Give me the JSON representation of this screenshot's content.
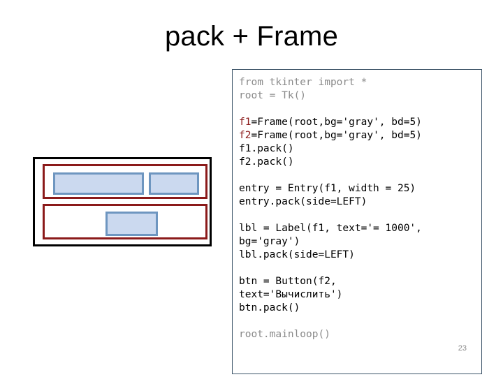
{
  "slide": {
    "title": "pack + Frame",
    "page_number": "23"
  },
  "colors": {
    "window_border": "#000000",
    "frame_border": "#8B1A1A",
    "widget_fill": "#CBD9EF",
    "widget_border": "#6E96C0",
    "code_border": "#3C5468",
    "code_comment_gray": "#8A8A8A",
    "code_keyword_red": "#8B1A1A",
    "background": "#FFFFFF"
  },
  "diagram": {
    "window_label": "root",
    "frames": [
      {
        "name": "f1",
        "widgets": [
          {
            "name": "entry",
            "kind": "Entry"
          },
          {
            "name": "lbl",
            "kind": "Label"
          }
        ]
      },
      {
        "name": "f2",
        "widgets": [
          {
            "name": "btn",
            "kind": "Button"
          }
        ]
      }
    ]
  },
  "code": {
    "lines": [
      {
        "segments": [
          {
            "text": "from tkinter import *",
            "style": "gray"
          }
        ]
      },
      {
        "segments": [
          {
            "text": "root = Tk()",
            "style": "gray"
          }
        ]
      },
      {
        "blank": true
      },
      {
        "segments": [
          {
            "text": "f1",
            "style": "red"
          },
          {
            "text": "=Frame(root,bg='gray', bd=5)",
            "style": "black"
          }
        ]
      },
      {
        "segments": [
          {
            "text": "f2",
            "style": "red"
          },
          {
            "text": "=Frame(root,bg='gray', bd=5)",
            "style": "black"
          }
        ]
      },
      {
        "segments": [
          {
            "text": "f1.pack()",
            "style": "black"
          }
        ]
      },
      {
        "segments": [
          {
            "text": "f2.pack()",
            "style": "black"
          }
        ]
      },
      {
        "blank": true
      },
      {
        "segments": [
          {
            "text": "entry = Entry(f1, width = 25)",
            "style": "black"
          }
        ]
      },
      {
        "segments": [
          {
            "text": "entry.pack(side=LEFT)",
            "style": "black"
          }
        ]
      },
      {
        "blank": true
      },
      {
        "segments": [
          {
            "text": "lbl = Label(f1, text='= 1000',",
            "style": "black"
          }
        ]
      },
      {
        "segments": [
          {
            "text": "bg='gray')",
            "style": "black"
          }
        ]
      },
      {
        "segments": [
          {
            "text": "lbl.pack(side=LEFT)",
            "style": "black"
          }
        ]
      },
      {
        "blank": true
      },
      {
        "segments": [
          {
            "text": "btn = Button(f2,",
            "style": "black"
          }
        ]
      },
      {
        "segments": [
          {
            "text": "text='Вычислить')",
            "style": "black"
          }
        ]
      },
      {
        "segments": [
          {
            "text": "btn.pack()",
            "style": "black"
          }
        ]
      },
      {
        "blank": true
      },
      {
        "segments": [
          {
            "text": "root.mainloop()",
            "style": "gray"
          }
        ]
      }
    ]
  }
}
